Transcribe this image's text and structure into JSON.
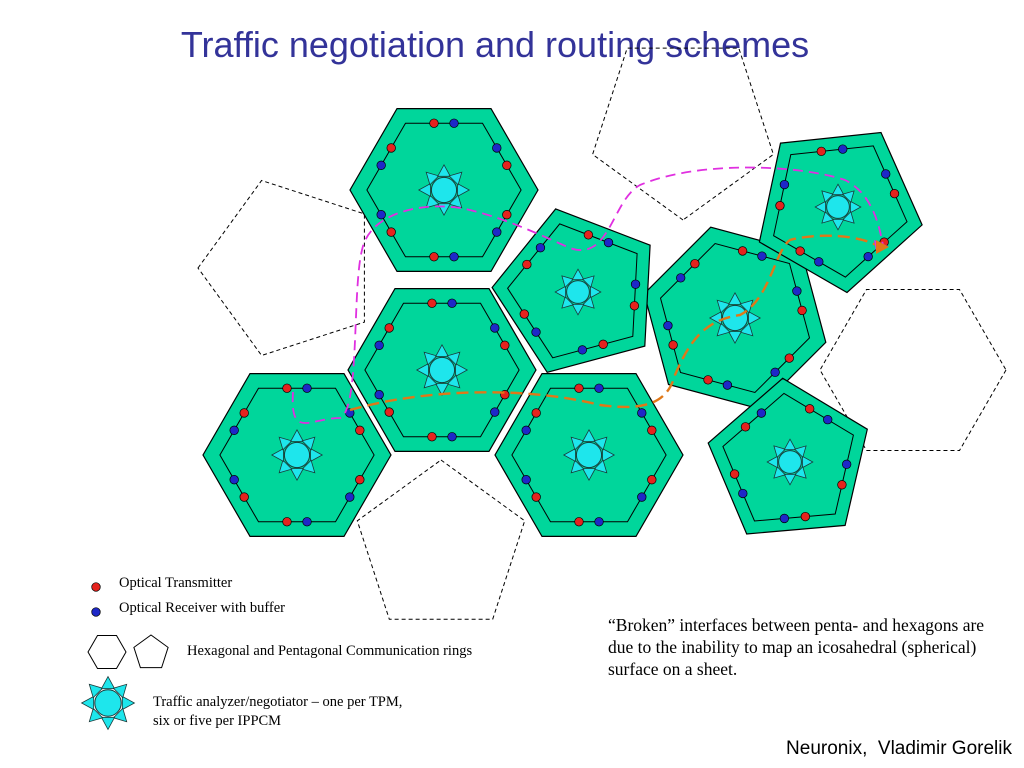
{
  "slide": {
    "title": "Traffic negotiation and routing schemes",
    "author": "Neuronix,  Vladimir Gorelik"
  },
  "legend": {
    "transmitter": "Optical Transmitter",
    "receiver": "Optical Receiver with buffer",
    "rings": "Hexagonal and Pentagonal Communication rings",
    "analyzer_line1": "Traffic analyzer/negotiator – one per TPM,",
    "analyzer_line2": "six or five per IPPCM"
  },
  "note": "“Broken” interfaces between penta- and hexagons are due to the inability to map an icosahedral (spherical) surface on a sheet.",
  "colors": {
    "title": "#333399",
    "module_fill": "#00D69B",
    "analyzer_fill": "#1EE6EC",
    "transmitter": "#E5231E",
    "receiver": "#1E28C8",
    "route_magenta": "#E030E0",
    "route_orange": "#E07818"
  },
  "icons": [
    "optical-transmitter-icon",
    "optical-receiver-icon",
    "hexagon-ring-icon",
    "pentagon-ring-icon",
    "traffic-analyzer-icon"
  ]
}
